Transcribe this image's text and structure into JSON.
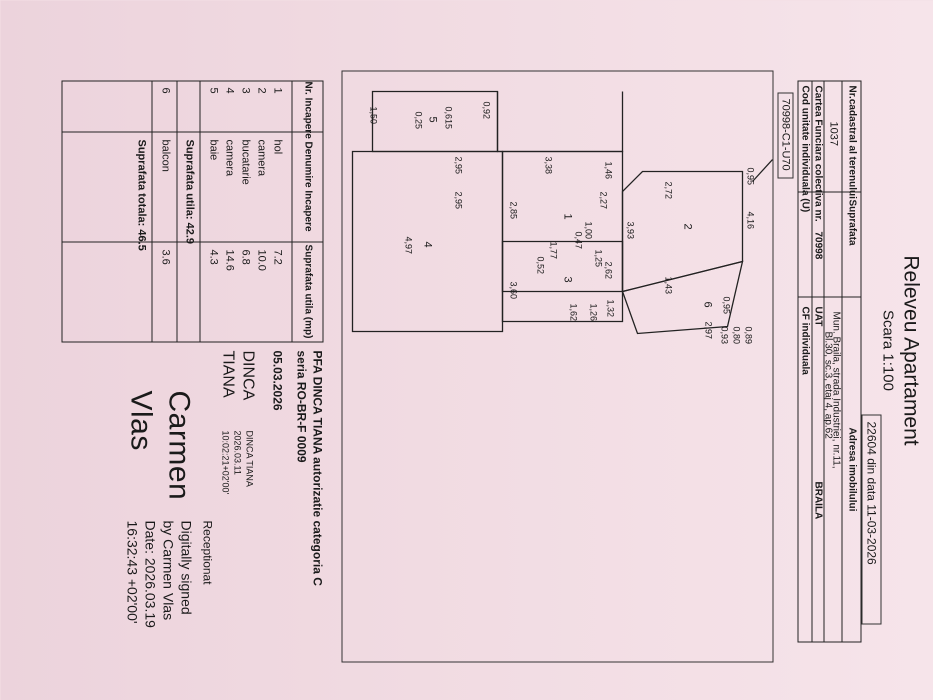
{
  "header": {
    "title": "Releveu Apartament",
    "scale": "Scara 1:100",
    "reference": "22604 din data 11-03-2026"
  },
  "cadastral_table": {
    "col1_header": "Nr.cadastral al terenului",
    "col2_header": "Suprafata",
    "col3_header": "Adresa imobilului",
    "cadastral_no": "1037",
    "address_lines": [
      "Mun. Braila, strada Industriei, nr.11,",
      "Bl.30, sc.3, etaj 4, ap.62"
    ],
    "carte_label": "Cartea Funciara colectiva nr.",
    "carte_value": "70998",
    "uat_label": "UAT",
    "uat_value": "BRAILA",
    "cod_label": "Cod unitate individuala (U)",
    "cf_label": "CF individuala"
  },
  "unit_code": "70998-C1-U70",
  "plan": {
    "room_numbers": [
      "1",
      "2",
      "3",
      "4",
      "5",
      "6"
    ],
    "dimensions": {
      "d095a": "0,95",
      "d416": "4,16",
      "d272": "2,72",
      "d393": "3,93",
      "d143": "1,43",
      "d095b": "0,95",
      "d297": "2,97",
      "d089": "0,89",
      "d080": "0,80",
      "d093": "0,93",
      "d146": "1,46",
      "d227": "2,27",
      "d338": "3,38",
      "d100": "1,00",
      "d047": "0,47",
      "d125": "1,25",
      "d262": "2,62",
      "d132": "1,32",
      "d126": "1,26",
      "d162": "1,62",
      "d177": "1,77",
      "d052": "0,52",
      "d360": "3,60",
      "d285": "2,85",
      "d092": "0,92",
      "d0615": "0,615",
      "d025": "0,25",
      "d295a": "2,95",
      "d295b": "2,95",
      "d497": "4,97",
      "d150": "1,50"
    }
  },
  "rooms_table": {
    "headers": [
      "Nr. Incapere",
      "Denumire Incapere",
      "Suprafata utila (mp)"
    ],
    "rows": [
      {
        "nr": "1",
        "name": "hol",
        "area": "7.2"
      },
      {
        "nr": "2",
        "name": "camera",
        "area": "10.0"
      },
      {
        "nr": "3",
        "name": "bucatarie",
        "area": "6.8"
      },
      {
        "nr": "4",
        "name": "camera",
        "area": "14.6"
      },
      {
        "nr": "5",
        "name": "baie",
        "area": "4.3"
      }
    ],
    "useful_area": "Suprafata utila: 42.9",
    "balcony_row": {
      "nr": "6",
      "name": "balcon",
      "area": "3.6"
    },
    "total_area": "Suprafata totala: 46.5"
  },
  "author": {
    "line1": "PFA DINCA TIANA autorizatie categoria C",
    "line2": "seria RO-BR-F 0009",
    "date": "05.03.2026",
    "stamp_name1": "DINCA",
    "stamp_name2": "TIANA",
    "stamp_small1": "DINCA TIANA",
    "stamp_small2": "2026.03.11",
    "stamp_small3": "10:02:21+02'00'"
  },
  "receiver": {
    "label": "Receptionat",
    "sig_name1": "Carmen",
    "sig_name2": "Vlas",
    "digital1": "Digitally signed",
    "digital2": "by Carmen Vlas",
    "digital3": "Date: 2026.03.19",
    "digital4": "16:32:43 +02'00'"
  },
  "colors": {
    "paper": "#f3dfe5",
    "ink": "#1a1a1a"
  }
}
